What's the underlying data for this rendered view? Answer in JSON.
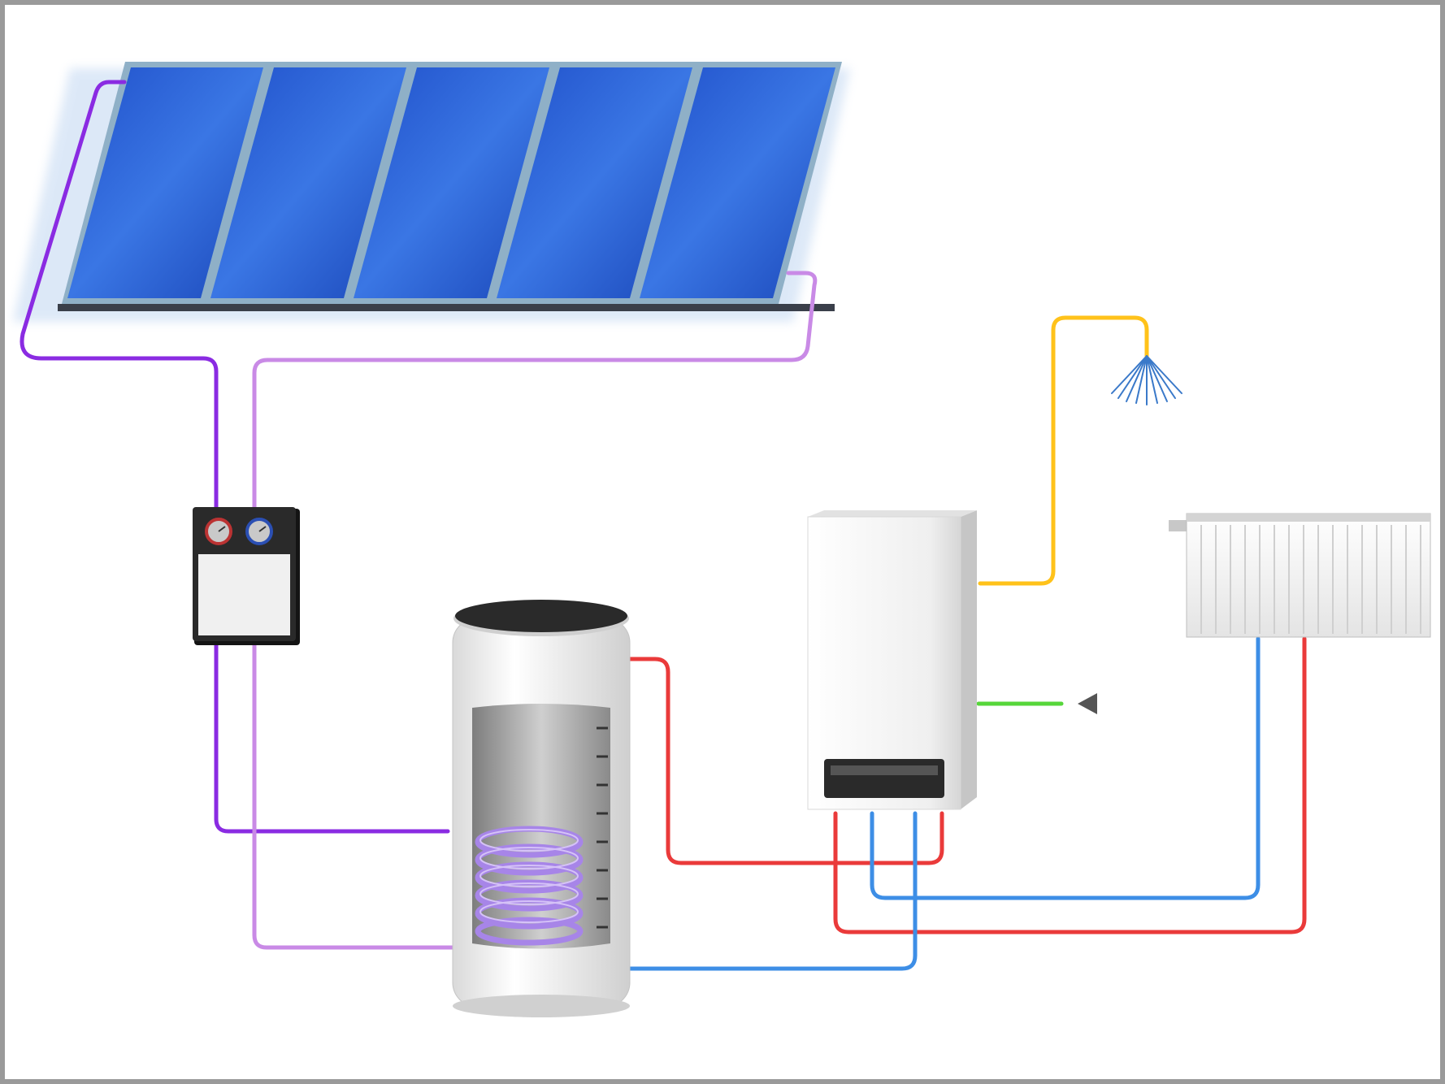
{
  "diagram": {
    "kind": "solar-thermal-heating-system",
    "labels": [],
    "components": [
      {
        "id": "solar-collector-array",
        "count": 5
      },
      {
        "id": "solar-pump-station",
        "gauges": 2
      },
      {
        "id": "hot-water-storage-tank",
        "has_coil": true
      },
      {
        "id": "wall-mounted-boiler"
      },
      {
        "id": "panel-radiator"
      },
      {
        "id": "shower-outlet"
      },
      {
        "id": "gas-supply-arrow"
      }
    ],
    "pipes": [
      {
        "id": "solar-supply",
        "color": "#8a2be2"
      },
      {
        "id": "solar-return",
        "color": "#c98ae6"
      },
      {
        "id": "hot-water",
        "color": "#ffc21a"
      },
      {
        "id": "heating-flow",
        "color": "#ea3a3a"
      },
      {
        "id": "cold-return",
        "color": "#3d8ee6"
      },
      {
        "id": "gas-line",
        "color": "#56d63a"
      }
    ],
    "colors": {
      "collector_blue": "#2f63d6",
      "collector_frame": "#8fb0c7",
      "tank_white": "#f4f4f4",
      "tank_lid": "#2a2a2a",
      "boiler_white": "#f2f2f2",
      "background": "#ffffff",
      "border": "#9a9a9a"
    }
  }
}
